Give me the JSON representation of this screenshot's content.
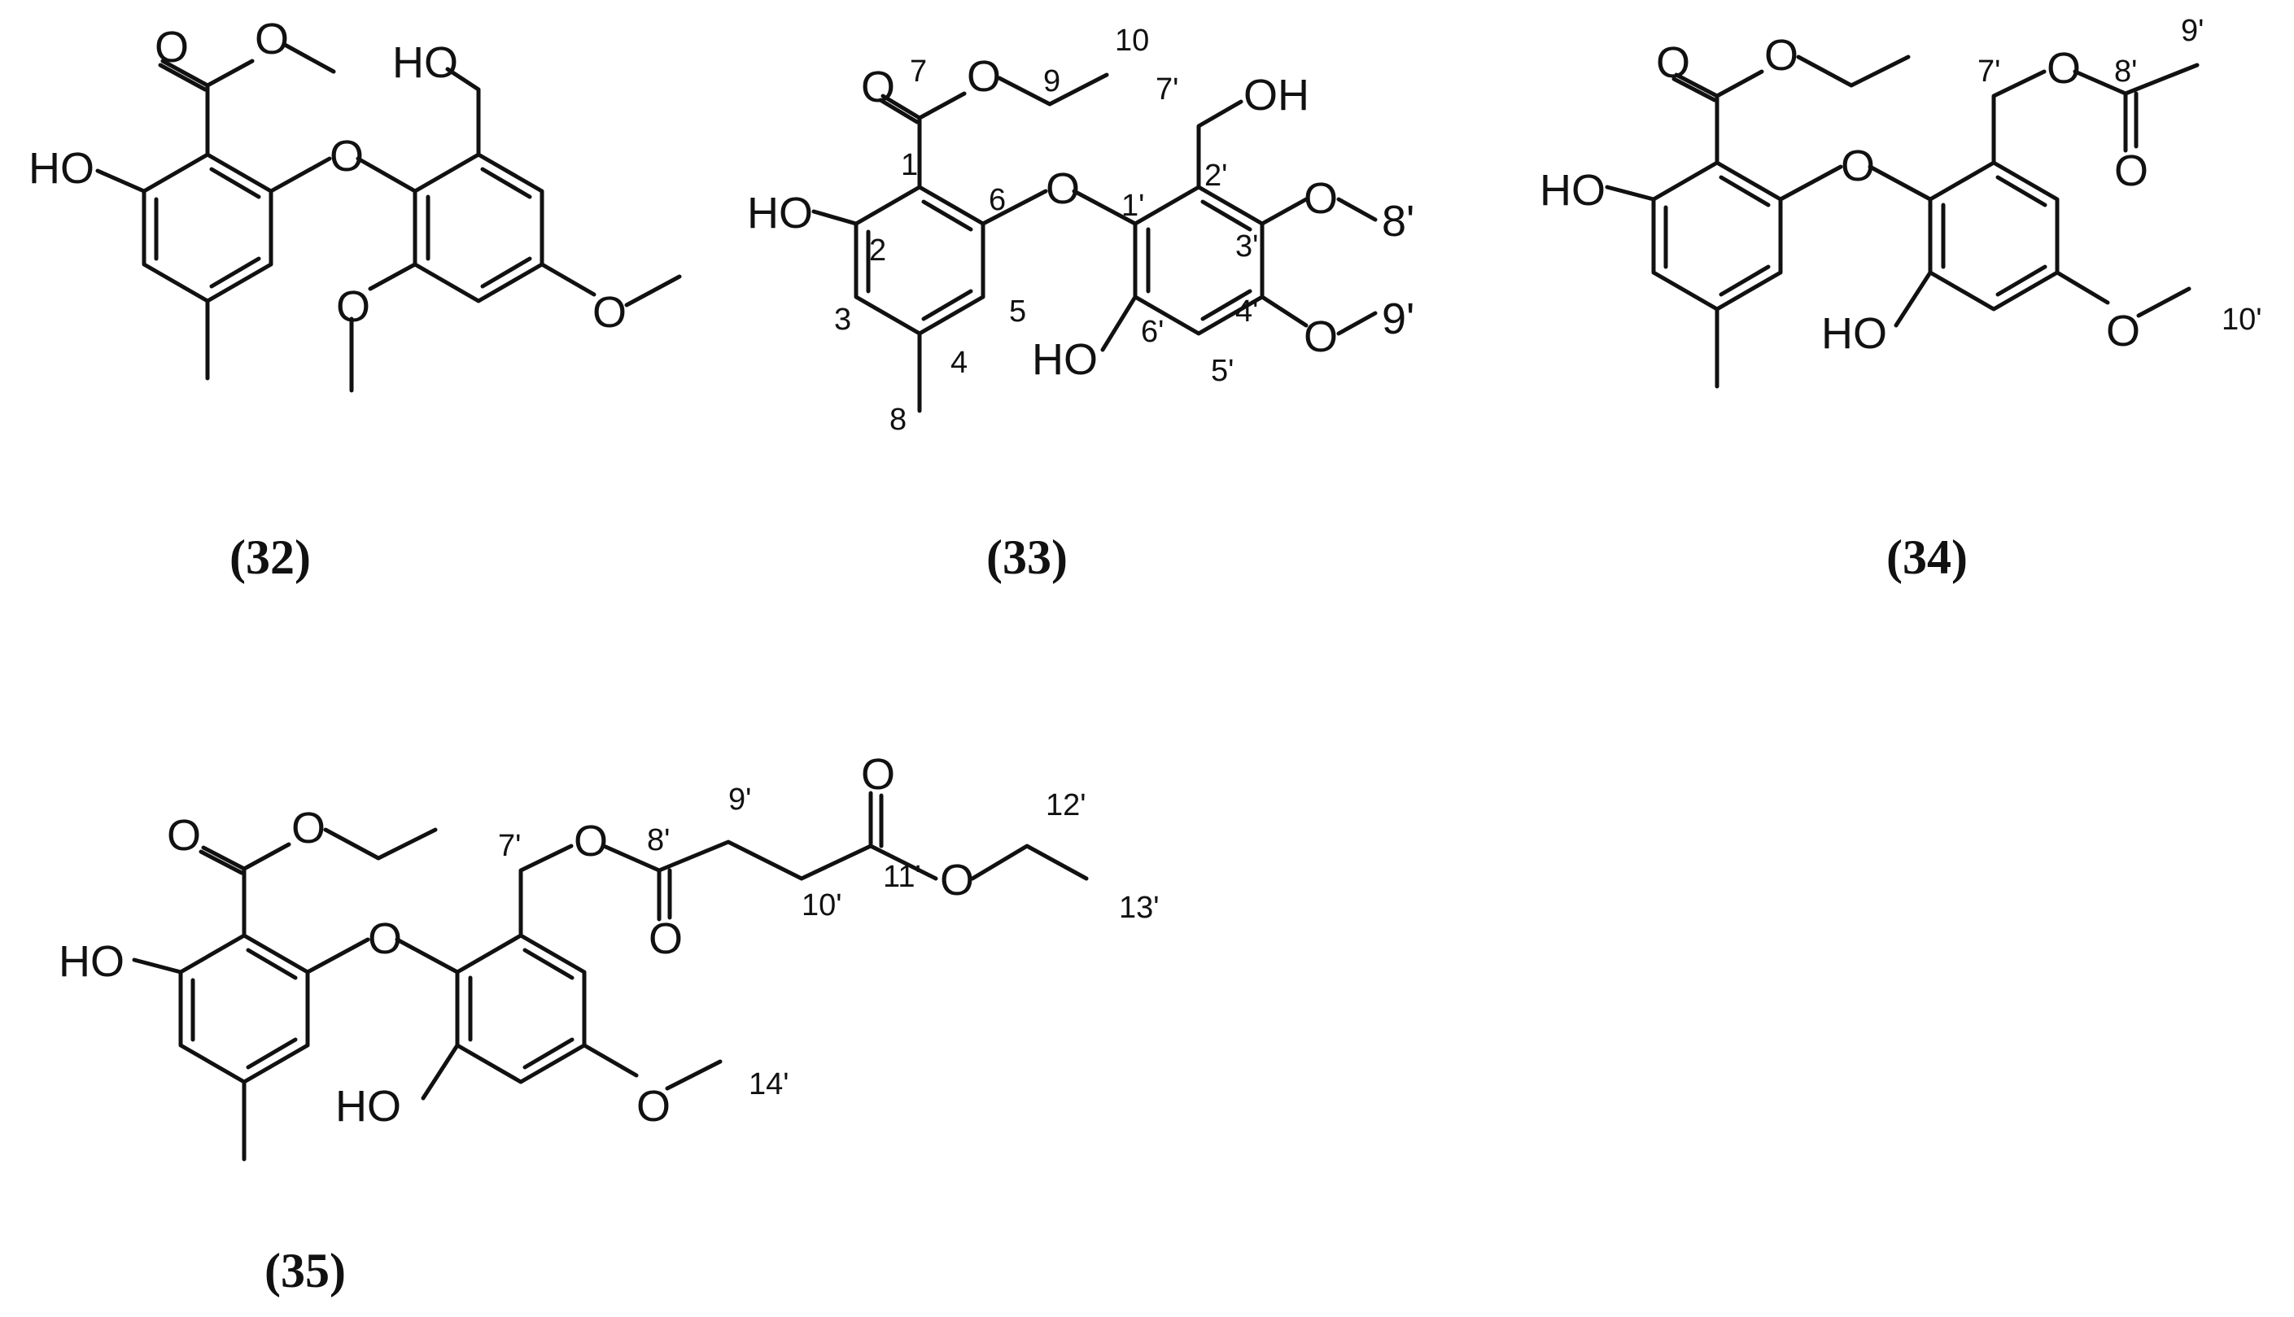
{
  "compounds": [
    {
      "id": "32",
      "caption": "(32)",
      "atoms": {
        "ester_O_carbonyl": "O",
        "ester_O": "O",
        "phenol_left": "HO",
        "ether_O": "O",
        "hydroxymethyl": "HO",
        "methoxy_low": "O",
        "methoxy_right": "O"
      },
      "numbers": {}
    },
    {
      "id": "33",
      "caption": "(33)",
      "atoms": {
        "ester_O_carbonyl": "O",
        "ester_O": "O",
        "phenol_left": "HO",
        "ether_O": "O",
        "hydroxymethyl": "OH",
        "o3": "O",
        "o4": "O",
        "phenol_right": "HO"
      },
      "numbers": {
        "n1": "1",
        "n2": "2",
        "n3": "3",
        "n4": "4",
        "n5": "5",
        "n6": "6",
        "n7": "7",
        "n8": "8",
        "n9": "9",
        "n10": "10",
        "n1p": "1'",
        "n2p": "2'",
        "n3p": "3'",
        "n4p": "4'",
        "n5p": "5'",
        "n6p": "6'",
        "n7p": "7'",
        "n8p": "8'",
        "n9p": "9'"
      }
    },
    {
      "id": "34",
      "caption": "(34)",
      "atoms": {
        "ester_O_carbonyl": "O",
        "ester_O": "O",
        "phenol_left": "HO",
        "ether_O": "O",
        "acetoxy_O": "O",
        "acetyl_O_carbonyl": "O",
        "phenol_right": "HO",
        "methoxy_right": "O"
      },
      "numbers": {
        "n7p": "7'",
        "n8p": "8'",
        "n9p": "9'",
        "n10p": "10'"
      }
    },
    {
      "id": "35",
      "caption": "(35)",
      "atoms": {
        "ester_O_carbonyl": "O",
        "ester_O": "O",
        "phenol_left": "HO",
        "ether_O": "O",
        "succinyl_O": "O",
        "carbonyl_8p_O": "O",
        "carbonyl_11p_O": "O",
        "ester_11p_O": "O",
        "phenol_right": "HO",
        "methoxy_right": "O"
      },
      "numbers": {
        "n7p": "7'",
        "n8p": "8'",
        "n9p": "9'",
        "n10p": "10'",
        "n11p": "11'",
        "n12p": "12'",
        "n13p": "13'",
        "n14p": "14'"
      }
    }
  ]
}
